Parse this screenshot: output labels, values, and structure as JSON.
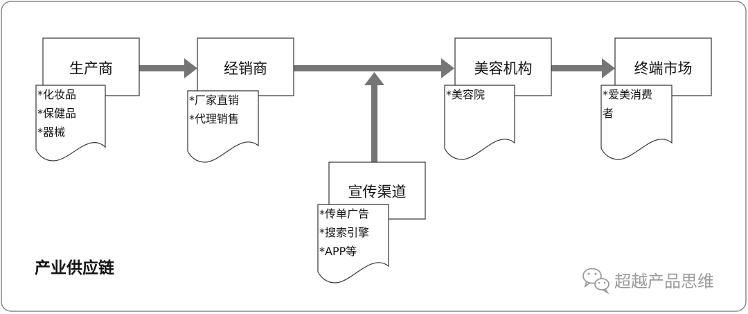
{
  "diagram": {
    "title": "产业供应链",
    "nodes": [
      {
        "id": "manufacturer",
        "label": "生产商",
        "notes": [
          "*化妆品",
          "*保健品",
          "*器械"
        ]
      },
      {
        "id": "distributor",
        "label": "经销商",
        "notes": [
          "*厂家直销",
          "*代理销售"
        ]
      },
      {
        "id": "beauty-agency",
        "label": "美容机构",
        "notes": [
          "*美容院"
        ]
      },
      {
        "id": "terminal-market",
        "label": "终端市场",
        "notes": [
          "*爱美消费",
          "者"
        ]
      },
      {
        "id": "promo-channel",
        "label": "宣传渠道",
        "notes": [
          "*传单广告",
          "*搜索引擎",
          "*APP等"
        ]
      }
    ],
    "edges": [
      {
        "from": "manufacturer",
        "to": "distributor"
      },
      {
        "from": "distributor",
        "to": "beauty-agency"
      },
      {
        "from": "beauty-agency",
        "to": "terminal-market"
      },
      {
        "from": "promo-channel",
        "to": "distributor-agency-link"
      }
    ],
    "colors": {
      "arrow": "#757575",
      "stroke": "#333333",
      "frame": "#888888",
      "watermark": "#9a9a9a"
    }
  },
  "watermark": {
    "icon": "wechat-icon",
    "text": "超越产品思维"
  }
}
